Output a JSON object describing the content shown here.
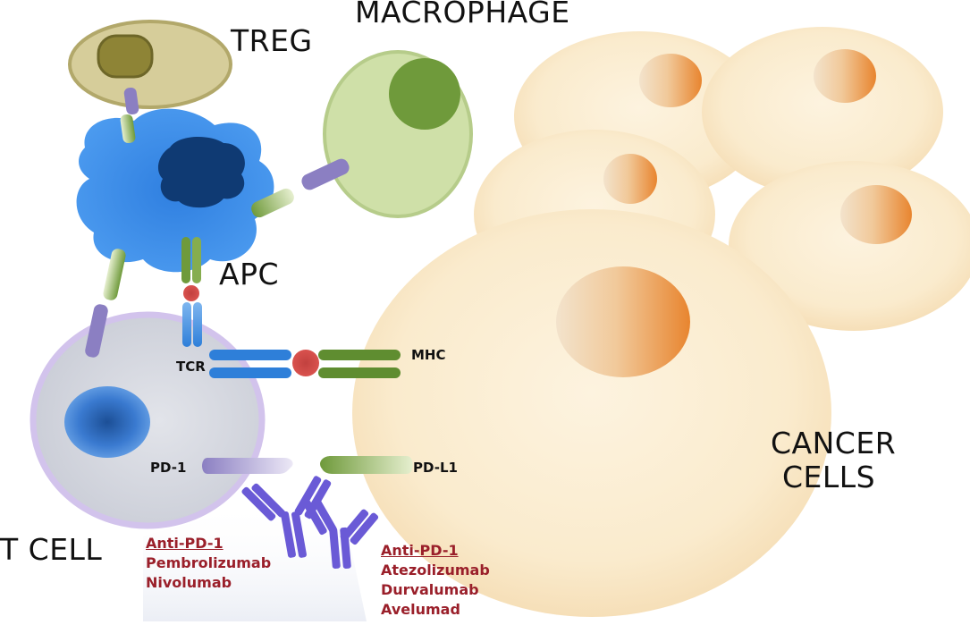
{
  "labels": {
    "treg": "TREG",
    "macrophage": "MACROPHAGE",
    "apc": "APC",
    "tcr": "TCR",
    "mhc": "MHC",
    "pd1": "PD-1",
    "pdl1": "PD-L1",
    "t_cell": "T CELL",
    "cancer_line1": "CANCER",
    "cancer_line2": "CELLS"
  },
  "drugs": {
    "left": {
      "heading": "Anti-PD-1",
      "items": [
        "Pembrolizumab",
        "Nivolumab"
      ]
    },
    "right": {
      "heading": "Anti-PD-1",
      "items": [
        "Atezolizumab",
        "Durvalumab",
        "Avelumad"
      ]
    }
  },
  "colors": {
    "drug_text": "#9a1f2a",
    "apc_blue": "#3f8fe0",
    "treg_fill": "#d6cd9a",
    "macrophage_fill": "#cfe0a8",
    "cancer_fill": "#fbe9c8",
    "nucleus_orange": "#e8893a",
    "antibody_purple": "#6a5ad6"
  }
}
